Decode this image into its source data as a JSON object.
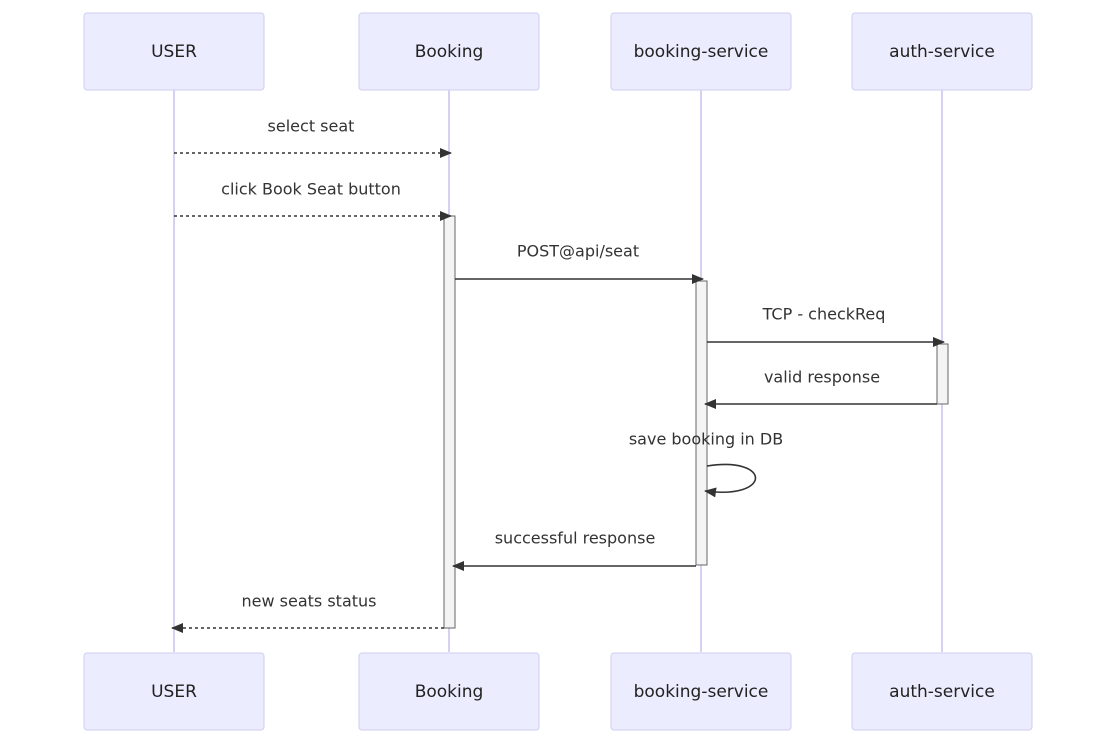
{
  "participants": [
    {
      "id": "user",
      "label": "USER"
    },
    {
      "id": "booking",
      "label": "Booking"
    },
    {
      "id": "booking_service",
      "label": "booking-service"
    },
    {
      "id": "auth_service",
      "label": "auth-service"
    }
  ],
  "messages": [
    {
      "label": "select seat",
      "from": "user",
      "to": "booking",
      "style": "dashed"
    },
    {
      "label": "click Book Seat button",
      "from": "user",
      "to": "booking",
      "style": "dashed"
    },
    {
      "label": "POST@api/seat",
      "from": "booking",
      "to": "booking_service",
      "style": "solid"
    },
    {
      "label": "TCP - checkReq",
      "from": "booking_service",
      "to": "auth_service",
      "style": "solid"
    },
    {
      "label": "valid response",
      "from": "auth_service",
      "to": "booking_service",
      "style": "solid"
    },
    {
      "label": "save booking in DB",
      "from": "booking_service",
      "to": "booking_service",
      "style": "solid"
    },
    {
      "label": "successful response",
      "from": "booking_service",
      "to": "booking",
      "style": "solid"
    },
    {
      "label": "new seats status",
      "from": "booking",
      "to": "user",
      "style": "dashed"
    }
  ]
}
